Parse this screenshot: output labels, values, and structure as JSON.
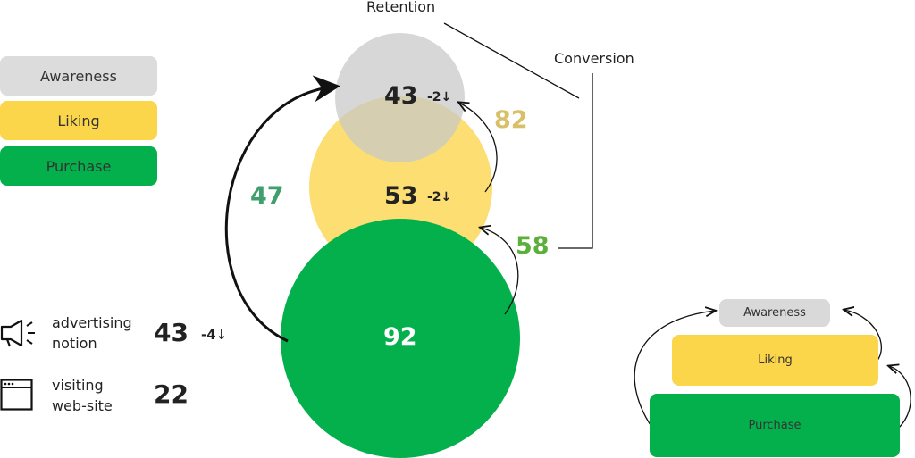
{
  "legend": {
    "awareness": "Awareness",
    "liking": "Liking",
    "purchase": "Purchase"
  },
  "labels": {
    "retention": "Retention",
    "conversion": "Conversion"
  },
  "circles": {
    "awareness_value": "43",
    "awareness_delta": "-2↓",
    "liking_value": "53",
    "liking_delta": "-2↓",
    "purchase_value": "92"
  },
  "flows": {
    "retention_value": "47",
    "awareness_from_liking": "82",
    "liking_from_purchase": "58"
  },
  "metrics": [
    {
      "icon": "megaphone-icon",
      "label_line1": "advertising",
      "label_line2": "notion",
      "value": "43",
      "delta": "-4↓"
    },
    {
      "icon": "browser-window-icon",
      "label_line1": "visiting",
      "label_line2": "web-site",
      "value": "22"
    }
  ],
  "mini_funnel": {
    "awareness": "Awareness",
    "liking": "Liking",
    "purchase": "Purchase"
  },
  "colors": {
    "awareness": "#d9d9d9",
    "liking": "#fbd54a",
    "purchase": "#04b04c",
    "flow_green": "#3f9f6f",
    "flow_gold": "#d8c068"
  }
}
